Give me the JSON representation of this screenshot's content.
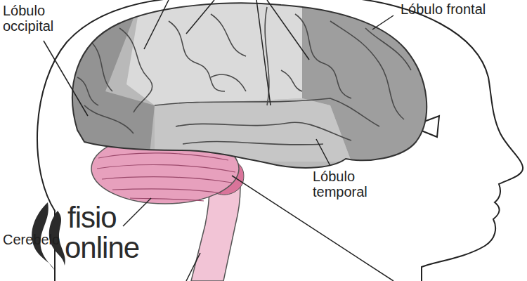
{
  "diagram": {
    "labels": [
      "Lóbulo occipital",
      "Lóbulo frontal",
      "Lóbulo temporal",
      "Cerebelo",
      "fisio",
      "online"
    ]
  }
}
